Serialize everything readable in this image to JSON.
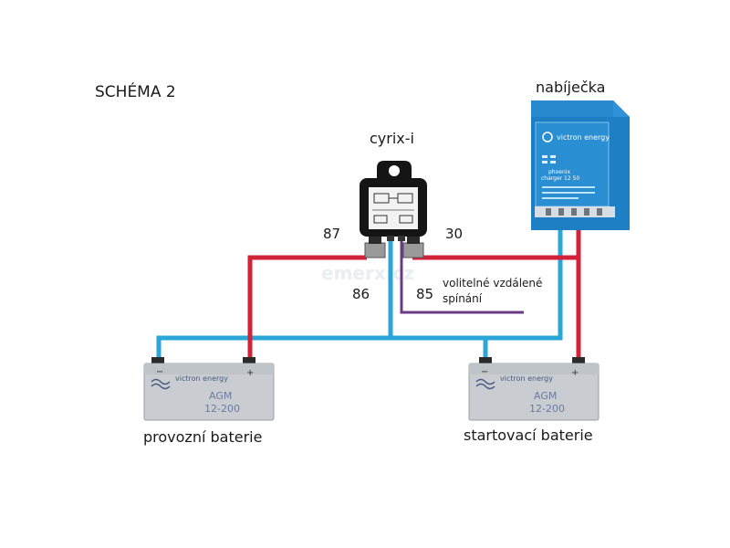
{
  "diagram": {
    "title": "SCHÉMA 2",
    "relay": {
      "label": "cyrix-i",
      "pin_87": "87",
      "pin_30": "30",
      "pin_86": "86",
      "pin_85": "85"
    },
    "remote_switch_note_line1": "volitelné vzdálené",
    "remote_switch_note_line2": "spínání",
    "charger": {
      "label": "nabíječka",
      "brand": "victron energy",
      "model_line1": "phoenix",
      "model_line2": "charger 12 50"
    },
    "battery_left": {
      "caption": "provozní baterie",
      "brand": "victron energy",
      "type": "AGM",
      "spec": "12-200",
      "minus": "−",
      "plus": "+"
    },
    "battery_right": {
      "caption": "startovací baterie",
      "brand": "victron energy",
      "type": "AGM",
      "spec": "12-200",
      "minus": "−",
      "plus": "+"
    },
    "watermark": "emerx.cz",
    "colors": {
      "positive_wire": "#d2223a",
      "negative_wire": "#2aa6d9",
      "remote_wire": "#6b3a86",
      "charger_body": "#1f7fc4",
      "battery_body": "#c9cdd2"
    }
  }
}
